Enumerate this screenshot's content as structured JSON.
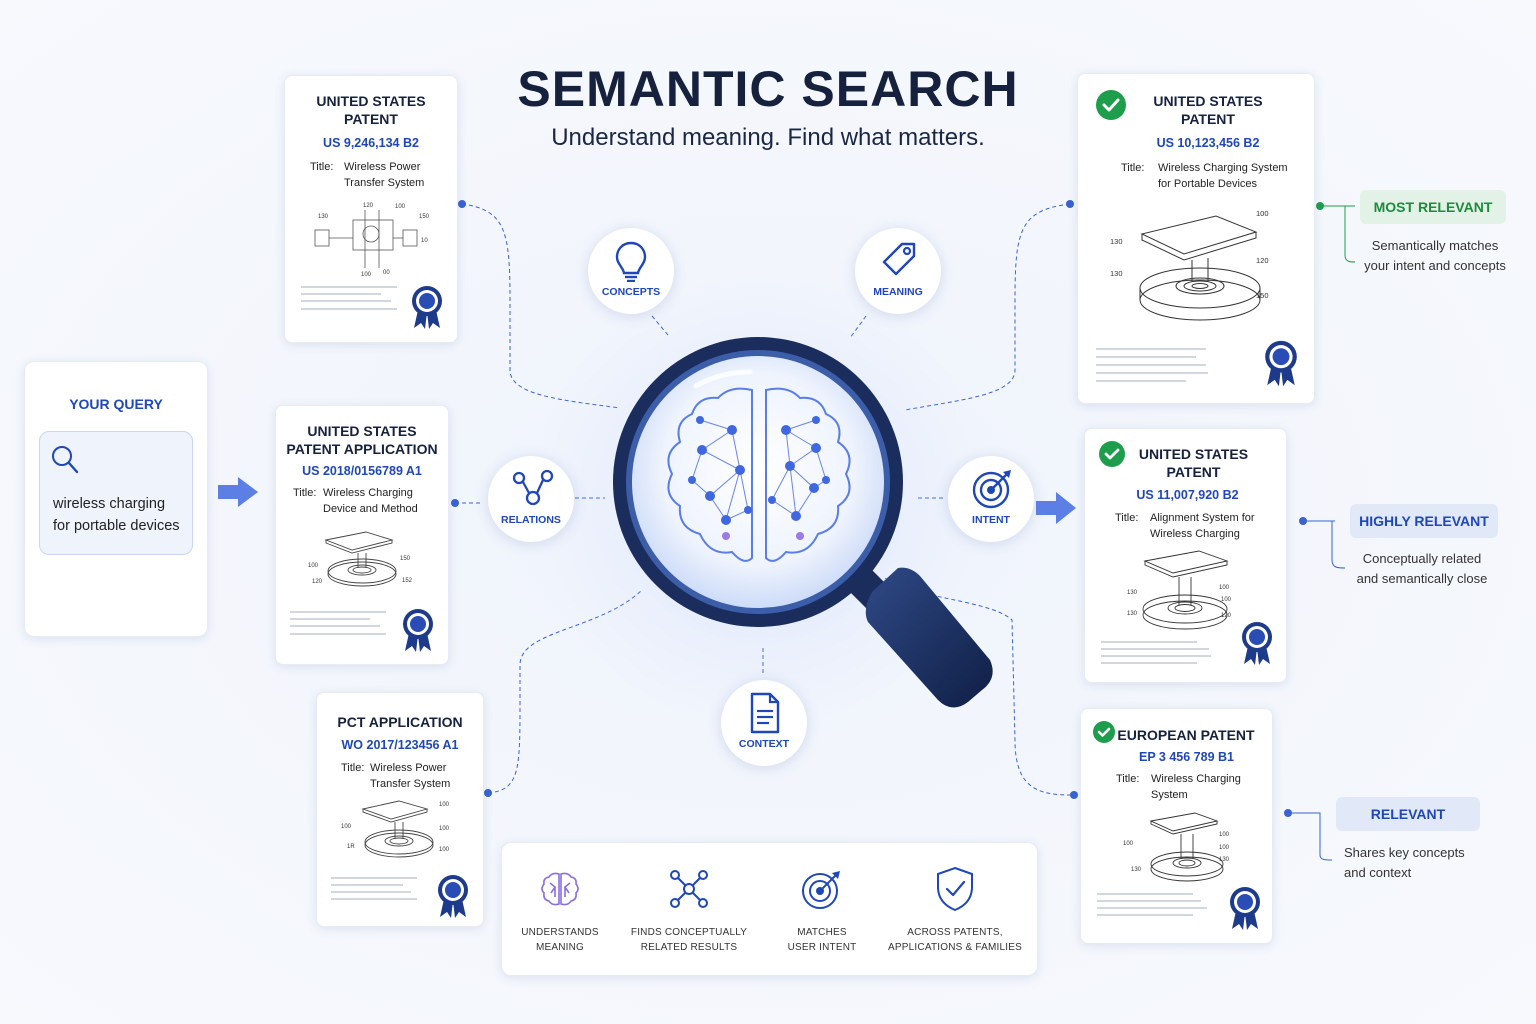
{
  "header": {
    "title": "SEMANTIC SEARCH",
    "subtitle": "Understand meaning. Find what matters."
  },
  "query": {
    "label": "YOUR QUERY",
    "text_line1": "wireless charging",
    "text_line2": "for portable devices"
  },
  "left_patents": [
    {
      "title": "UNITED STATES\nPATENT",
      "number": "US 9,246,134 B2",
      "title_label": "Title:",
      "description": "Wireless Power\nTransfer System",
      "fig_labels": [
        "130",
        "120",
        "100",
        "150",
        "100",
        "00",
        "10"
      ]
    },
    {
      "title": "UNITED STATES\nPATENT APPLICATION",
      "number": "US 2018/0156789 A1",
      "title_label": "Title:",
      "description": "Wireless Charging\nDevice and Method",
      "fig_labels": [
        "100",
        "150",
        "120",
        "152"
      ]
    },
    {
      "title": "PCT APPLICATION",
      "number": "WO 2017/123456 A1",
      "title_label": "Title:",
      "description": "Wireless Power\nTransfer System",
      "fig_labels": [
        "100",
        "100",
        "100",
        "100",
        "1R"
      ]
    }
  ],
  "right_patents": [
    {
      "title": "UNITED STATES\nPATENT",
      "number": "US 10,123,456 B2",
      "title_label": "Title:",
      "description": "Wireless Charging System\nfor Portable Devices",
      "fig_labels": [
        "100",
        "130",
        "130",
        "120",
        "150"
      ]
    },
    {
      "title": "UNITED STATES\nPATENT",
      "number": "US 11,007,920 B2",
      "title_label": "Title:",
      "description": "Alignment System for\nWireless Charging",
      "fig_labels": [
        "130",
        "100",
        "100",
        "120",
        "130"
      ]
    },
    {
      "title": "EUROPEAN PATENT",
      "number": "EP 3 456 789 B1",
      "title_label": "Title:",
      "description": "Wireless Charging\nSystem",
      "fig_labels": [
        "100",
        "100",
        "100",
        "130",
        "130"
      ]
    }
  ],
  "relevance": [
    {
      "label": "MOST RELEVANT",
      "description": "Semantically matches\nyour intent and concepts",
      "bg": "#e3f2e6",
      "color": "#1e8a3e"
    },
    {
      "label": "HIGHLY RELEVANT",
      "description": "Conceptually related\nand semantically close",
      "bg": "#e1e8f7",
      "color": "#1f47b8"
    },
    {
      "label": "RELEVANT",
      "description": "Shares key concepts\nand context",
      "bg": "#e1e8f7",
      "color": "#1f47b8"
    }
  ],
  "concepts": {
    "concepts": "CONCEPTS",
    "meaning": "MEANING",
    "relations": "RELATIONS",
    "intent": "INTENT",
    "context": "CONTEXT"
  },
  "features": [
    {
      "label": "UNDERSTANDS\nMEANING",
      "icon": "brain-icon"
    },
    {
      "label": "FINDS CONCEPTUALLY\nRELATED RESULTS",
      "icon": "network-icon"
    },
    {
      "label": "MATCHES\nUSER INTENT",
      "icon": "target-icon"
    },
    {
      "label": "ACROSS PATENTS,\nAPPLICATIONS & FAMILIES",
      "icon": "shield-check-icon"
    }
  ],
  "colors": {
    "primary_blue": "#1f47b8",
    "navy": "#16213d",
    "green": "#1e9e4d",
    "arrow_blue": "#5c7fe6",
    "purple": "#8a6ee0"
  }
}
